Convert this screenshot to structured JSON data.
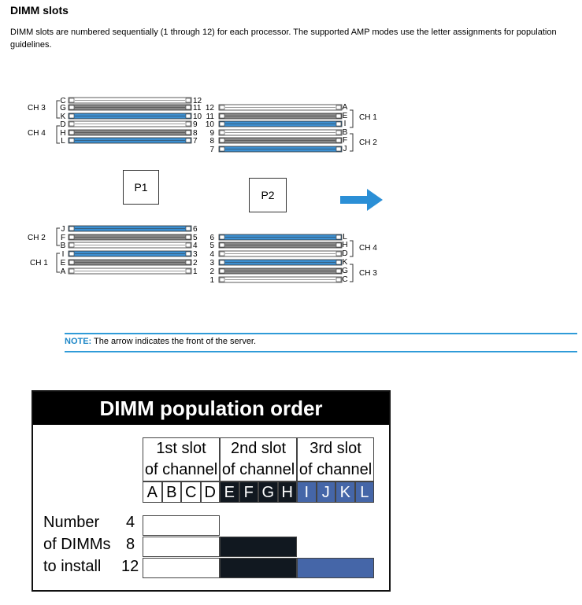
{
  "section": {
    "title": "DIMM slots",
    "intro": "DIMM slots are numbered sequentially (1 through 12) for each processor. The supported AMP modes use the letter assignments for population guidelines."
  },
  "diagram": {
    "p1_label": "P1",
    "p2_label": "P2",
    "channels": [
      "CH 1",
      "CH 2",
      "CH 3",
      "CH 4"
    ],
    "top_left_letters": [
      "C",
      "G",
      "K",
      "D",
      "H",
      "L"
    ],
    "top_left_numbers": [
      "12",
      "11",
      "10",
      "9",
      "8",
      "7"
    ],
    "top_right_letters": [
      "A",
      "E",
      "I",
      "B",
      "F",
      "J"
    ],
    "top_right_numbers": [
      "12",
      "11",
      "10",
      "9",
      "8",
      "7"
    ],
    "bottom_left_letters": [
      "J",
      "F",
      "B",
      "I",
      "E",
      "A"
    ],
    "bottom_left_numbers": [
      "6",
      "5",
      "4",
      "3",
      "2",
      "1"
    ],
    "bottom_right_letters": [
      "L",
      "H",
      "D",
      "K",
      "G",
      "C"
    ],
    "bottom_right_numbers": [
      "6",
      "5",
      "4",
      "3",
      "2",
      "1"
    ],
    "colors": {
      "blue": "#3d8fd0",
      "gray": "#888888",
      "arrow": "#2b8fd6"
    }
  },
  "note": {
    "label": "NOTE:",
    "text": "The arrow indicates the front of the server."
  },
  "population": {
    "title": "DIMM population order",
    "col1_line1": "1st slot",
    "col1_line2": "of channel",
    "col2_line1": "2nd slot",
    "col2_line2": "of channel",
    "col3_line1": "3rd slot",
    "col3_line2": "of channel",
    "letters": [
      "A",
      "B",
      "C",
      "D",
      "E",
      "F",
      "G",
      "H",
      "I",
      "J",
      "K",
      "L"
    ],
    "row_label_1": "Number",
    "row_label_2": "of DIMMs",
    "row_label_3": "to install",
    "row_values": [
      "4",
      "8",
      "12"
    ],
    "colors": {
      "black": "#111820",
      "blue": "#4566a8"
    }
  }
}
